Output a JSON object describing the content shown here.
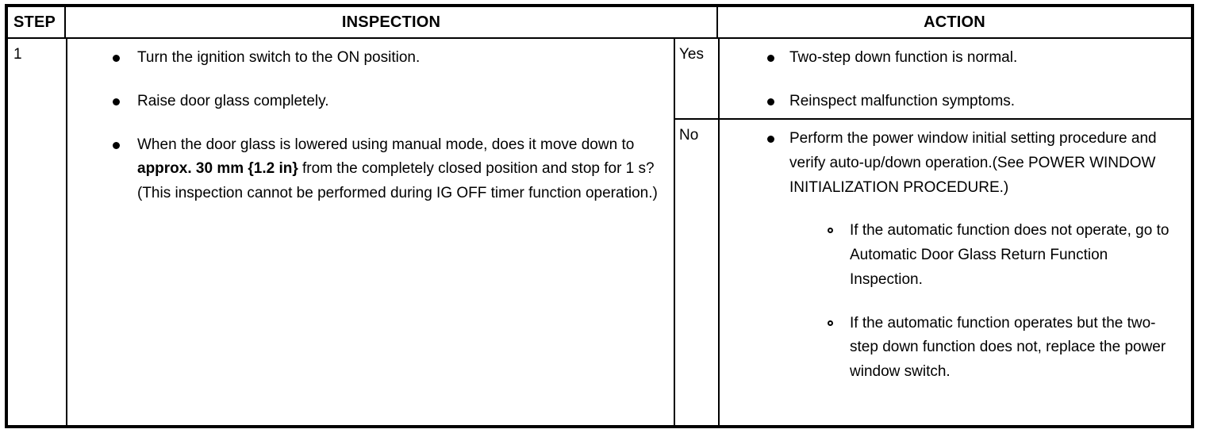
{
  "table": {
    "headers": {
      "step": "STEP",
      "inspection": "INSPECTION",
      "action": "ACTION"
    },
    "step_number": "1",
    "inspection_items": [
      "Turn the ignition switch to the ON position.",
      "Raise door glass completely."
    ],
    "inspection_item_3": {
      "part1": "When the door glass is lowered using manual mode, does it move down to ",
      "bold": "approx. 30 mm {1.2 in}",
      "part2": " from the completely closed position and stop for 1 s? (This inspection cannot be performed during IG OFF timer function operation.)"
    },
    "yes": {
      "label": "Yes",
      "actions": [
        "Two-step down function is normal.",
        "Reinspect malfunction symptoms."
      ]
    },
    "no": {
      "label": "No",
      "action_main": "Perform the power window initial setting procedure and verify auto-up/down operation.(See POWER WINDOW INITIALIZATION PROCEDURE.)",
      "sub_actions": [
        "If the automatic function does not operate, go to Automatic Door Glass Return Function Inspection.",
        "If the automatic function operates but the two-step down function does not, replace the power window switch."
      ]
    }
  },
  "colors": {
    "border": "#000000",
    "text": "#000000",
    "background": "#ffffff"
  }
}
